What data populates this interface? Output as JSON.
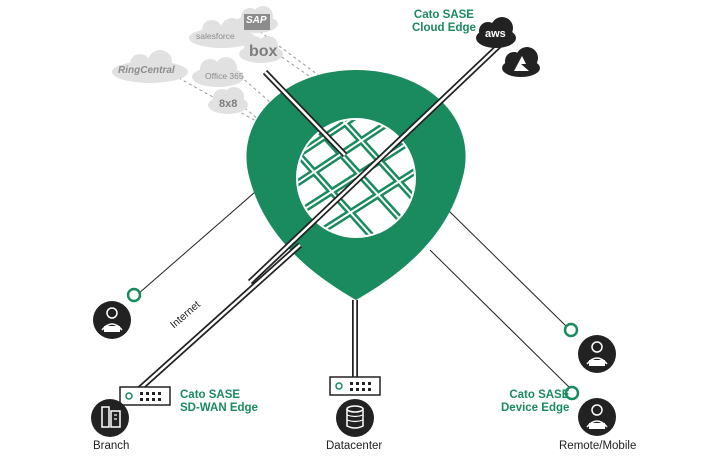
{
  "colors": {
    "accent": "#1a8a5f",
    "dark_icon": "#222222",
    "cloud": "#e1e1e1",
    "cloud_text": "#8c8c8c",
    "line": "#222222"
  },
  "saas_apps": {
    "ringcentral": "RingCentral",
    "salesforce": "salesforce",
    "sap": "SAP",
    "box": "box",
    "office365": "Office 365",
    "eight_by_eight": "8x8"
  },
  "cloud_edge": {
    "title_line1": "Cato SASE",
    "title_line2": "Cloud Edge",
    "aws": "aws",
    "azure_icon": "azure-icon"
  },
  "internet_label": "Internet",
  "sdwan_edge": {
    "line1": "Cato SASE",
    "line2": "SD-WAN Edge"
  },
  "device_edge": {
    "line1": "Cato SASE",
    "line2": "Device Edge"
  },
  "endpoints": {
    "branch": "Branch",
    "datacenter": "Datacenter",
    "remote": "Remote/Mobile"
  }
}
